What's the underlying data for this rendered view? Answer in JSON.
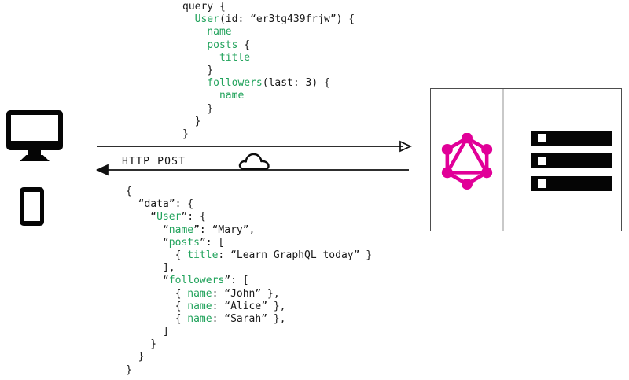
{
  "diagram": {
    "title": "GraphQL query request and response over HTTP POST",
    "accent_color": "#e10098",
    "field_color": "#22a35c",
    "ink_color": "#1a1a1a"
  },
  "client": {
    "monitor_label": "desktop-monitor",
    "phone_label": "mobile-phone"
  },
  "transport": {
    "label": "HTTP POST",
    "request_arrow": "request-arrow-right",
    "response_arrow": "response-arrow-left",
    "cloud": "cloud-icon"
  },
  "server": {
    "logo_label": "graphql-logo",
    "database_bars": [
      "database-bar-1",
      "database-bar-2",
      "database-bar-3"
    ]
  },
  "query": {
    "lines": [
      [
        {
          "t": "query {",
          "c": "plain"
        }
      ],
      [
        {
          "t": "  ",
          "c": "plain"
        },
        {
          "t": "User",
          "c": "field"
        },
        {
          "t": "(id: “er3tg439frjw”) {",
          "c": "plain"
        }
      ],
      [
        {
          "t": "    ",
          "c": "plain"
        },
        {
          "t": "name",
          "c": "field"
        }
      ],
      [
        {
          "t": "    ",
          "c": "plain"
        },
        {
          "t": "posts",
          "c": "field"
        },
        {
          "t": " {",
          "c": "plain"
        }
      ],
      [
        {
          "t": "      ",
          "c": "plain"
        },
        {
          "t": "title",
          "c": "field"
        }
      ],
      [
        {
          "t": "    }",
          "c": "plain"
        }
      ],
      [
        {
          "t": "    ",
          "c": "plain"
        },
        {
          "t": "followers",
          "c": "field"
        },
        {
          "t": "(last: 3) {",
          "c": "plain"
        }
      ],
      [
        {
          "t": "      ",
          "c": "plain"
        },
        {
          "t": "name",
          "c": "field"
        }
      ],
      [
        {
          "t": "    }",
          "c": "plain"
        }
      ],
      [
        {
          "t": "  }",
          "c": "plain"
        }
      ],
      [
        {
          "t": "}",
          "c": "plain"
        }
      ]
    ]
  },
  "response": {
    "lines": [
      [
        {
          "t": "{",
          "c": "plain"
        }
      ],
      [
        {
          "t": "  “data”: {",
          "c": "plain"
        }
      ],
      [
        {
          "t": "    “",
          "c": "plain"
        },
        {
          "t": "User",
          "c": "field"
        },
        {
          "t": "”: {",
          "c": "plain"
        }
      ],
      [
        {
          "t": "      “",
          "c": "plain"
        },
        {
          "t": "name",
          "c": "field"
        },
        {
          "t": "”: “Mary”,",
          "c": "plain"
        }
      ],
      [
        {
          "t": "      “",
          "c": "plain"
        },
        {
          "t": "posts",
          "c": "field"
        },
        {
          "t": "”: [",
          "c": "plain"
        }
      ],
      [
        {
          "t": "        { ",
          "c": "plain"
        },
        {
          "t": "title",
          "c": "field"
        },
        {
          "t": ": “Learn GraphQL today” }",
          "c": "plain"
        }
      ],
      [
        {
          "t": "      ],",
          "c": "plain"
        }
      ],
      [
        {
          "t": "      “",
          "c": "plain"
        },
        {
          "t": "followers",
          "c": "field"
        },
        {
          "t": "”: [",
          "c": "plain"
        }
      ],
      [
        {
          "t": "        { ",
          "c": "plain"
        },
        {
          "t": "name",
          "c": "field"
        },
        {
          "t": ": “John” },",
          "c": "plain"
        }
      ],
      [
        {
          "t": "        { ",
          "c": "plain"
        },
        {
          "t": "name",
          "c": "field"
        },
        {
          "t": ": “Alice” },",
          "c": "plain"
        }
      ],
      [
        {
          "t": "        { ",
          "c": "plain"
        },
        {
          "t": "name",
          "c": "field"
        },
        {
          "t": ": “Sarah” },",
          "c": "plain"
        }
      ],
      [
        {
          "t": "      ]",
          "c": "plain"
        }
      ],
      [
        {
          "t": "    }",
          "c": "plain"
        }
      ],
      [
        {
          "t": "  }",
          "c": "plain"
        }
      ],
      [
        {
          "t": "}",
          "c": "plain"
        }
      ]
    ]
  }
}
